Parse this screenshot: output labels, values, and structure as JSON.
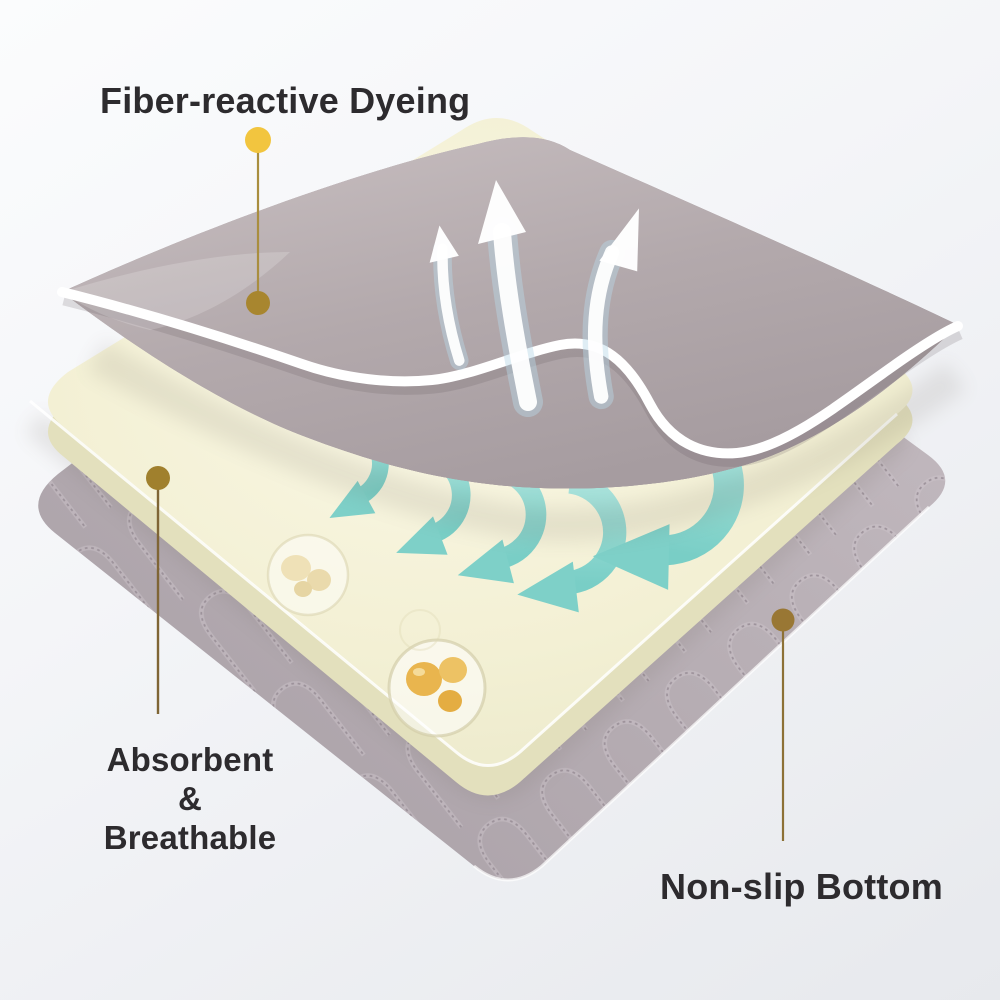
{
  "labels": {
    "fiber": "Fiber-reactive Dyeing",
    "absorbent_line1": "Absorbent",
    "absorbent_line2": "&",
    "absorbent_line3": "Breathable",
    "nonslip": "Non-slip Bottom"
  },
  "text_color": "#2d2b2e",
  "background": {
    "top_left": "#fbfcfd",
    "bottom_right": "#e7e9ed"
  },
  "callouts": {
    "pin_dot_color": "#f2c53f",
    "anchor_dot_color": "#a8862f",
    "line_color": "#8d7136"
  },
  "illustration": {
    "top_quilted_layer_color": "#b3a9ac",
    "middle_foam_layer_color": "#f4f1d6",
    "bottom_quilted_layer_color": "#b6adb3",
    "piping_color": "#ffffff",
    "airflow_arrow_color": "#ffffff",
    "absorb_arrow_color": "#85d4cd",
    "bead_color": "#e9bd55"
  },
  "icons": {
    "airflow": "up-curved-arrows-icon",
    "absorb": "down-curl-arrows-icon",
    "droplet": "water-droplet-beads-icon"
  }
}
